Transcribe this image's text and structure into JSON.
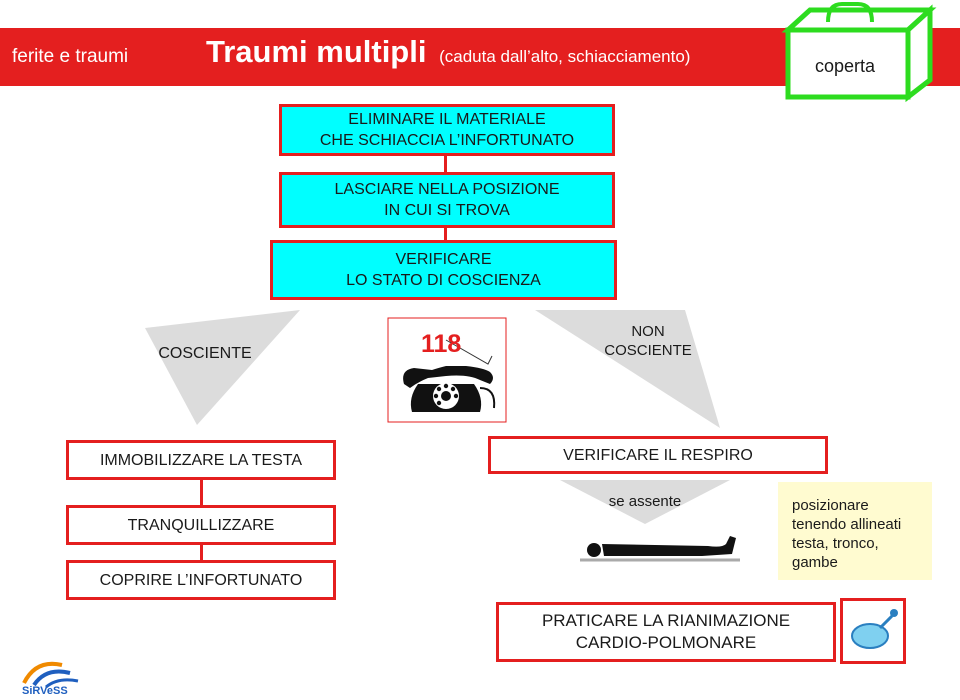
{
  "header": {
    "section": "ferite e traumi",
    "title": "Traumi multipli",
    "subtitle": "(caduta dall’alto, schiacciamento)",
    "kit_label": "coperta"
  },
  "steps": {
    "step1": "ELIMINARE IL MATERIALE\nCHE SCHIACCIA L’INFORTUNATO",
    "step2": "LASCIARE NELLA POSIZIONE\nIN CUI SI TROVA",
    "step3": "VERIFICARE\nLO STATO DI COSCIENZA"
  },
  "branches": {
    "conscious": "COSCIENTE",
    "emergency_number": "118",
    "unconscious": "NON\nCOSCIENTE"
  },
  "left_column": [
    "IMMOBILIZZARE LA TESTA",
    "TRANQUILLIZZARE",
    "COPRIRE L’INFORTUNATO"
  ],
  "right_column": {
    "check": "VERIFICARE IL RESPIRO",
    "if_absent": "se assente",
    "position_note": "posizionare\ntenendo allineati\ntesta,  tronco,\ngambe",
    "action": "PRATICARE LA RIANIMAZIONE\nCARDIO-POLMONARE"
  },
  "logo": {
    "text": "SiRVeSS"
  },
  "colors": {
    "header": "#e41f1f",
    "box_fill": "#00ffff",
    "border": "#e41f1f",
    "kit": "#2ddc1f",
    "note_bg": "#fffbd0"
  }
}
